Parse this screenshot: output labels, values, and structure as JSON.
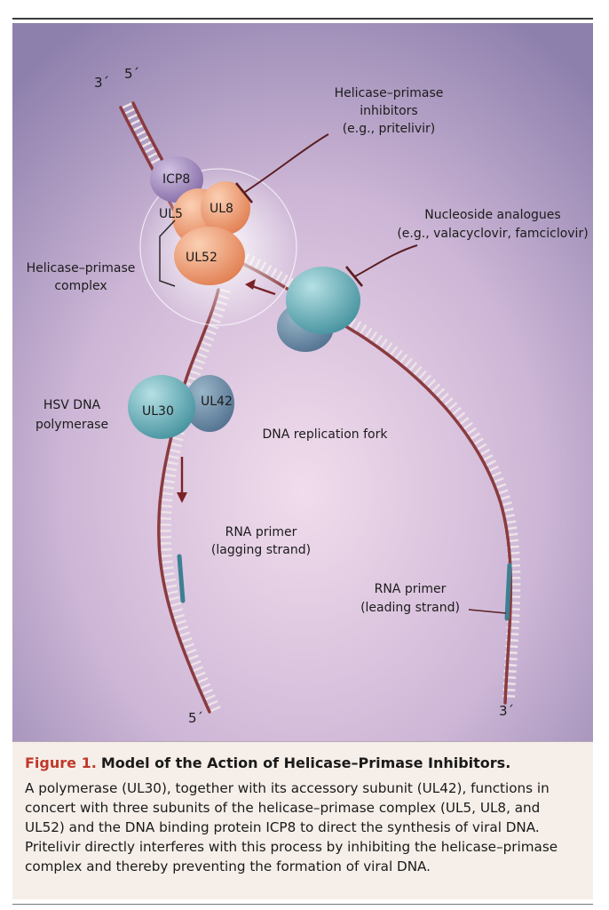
{
  "labels": {
    "three_prime_top": "3´",
    "five_prime_top": "5´",
    "five_prime_bottom": "5´",
    "three_prime_bottom": "3´",
    "icp8": "ICP8",
    "ul8": "UL8",
    "ul5": "UL5",
    "ul52": "UL52",
    "ul30": "UL30",
    "ul42": "UL42",
    "helicase_complex_line1": "Helicase–primase",
    "helicase_complex_line2": "complex",
    "hsv_line1": "HSV DNA",
    "hsv_line2": "polymerase",
    "inhibitors_line1": "Helicase–primase",
    "inhibitors_line2": "inhibitors",
    "inhibitors_line3": "(e.g., pritelivir)",
    "nucleoside_line1": "Nucleoside analogues",
    "nucleoside_line2": "(e.g., valacyclovir, famciclovir)",
    "fork": "DNA replication fork",
    "lagging_line1": "RNA primer",
    "lagging_line2": "(lagging strand)",
    "leading_line1": "RNA primer",
    "leading_line2": "(leading strand)"
  },
  "caption": {
    "number": "Figure 1.",
    "title": "Model of the Action of Helicase–Primase Inhibitors.",
    "body": "A polymerase (UL30), together with its accessory subunit (UL42), functions in concert with three subunits of the helicase–primase complex (UL5, UL8, and UL52) and the DNA binding protein ICP8 to direct the synthesis of viral DNA. Pritelivir directly interferes with this process by inhibiting the helicase–primase complex and thereby preventing the formation of viral DNA."
  },
  "colors": {
    "background": "#b8a6cc",
    "strand": "#8a3b3f",
    "rung": "#e9dfe2",
    "purple_protein": "#a58bc0",
    "orange_protein": "#f2a27a",
    "teal_protein": "#6fb6c0",
    "inhibitor_line": "#5a1e22",
    "caption_number": "#c0392b",
    "caption_bg": "#f6efe9"
  }
}
